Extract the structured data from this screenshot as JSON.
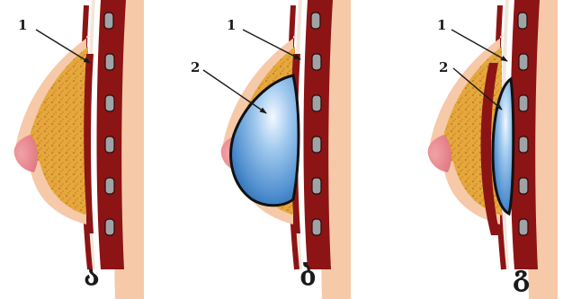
{
  "panels": [
    {
      "id": "a",
      "caption": "ა",
      "labels": [
        "1"
      ]
    },
    {
      "id": "b",
      "caption": "ბ",
      "labels": [
        "1",
        "2"
      ]
    },
    {
      "id": "g",
      "caption": "გ",
      "labels": [
        "1",
        "2"
      ]
    }
  ],
  "colors": {
    "skin": "#f6c9a9",
    "fat": "#e3a63a",
    "fat_dots": "#c9882a",
    "areola": "#e77f86",
    "muscle": "#8c1414",
    "fascia": "#f2e6dc",
    "rib": "#9fa3a6",
    "implant": "#6aa6dc",
    "implant_shine": "#eaf4ff",
    "outline": "#2b0a0a"
  }
}
